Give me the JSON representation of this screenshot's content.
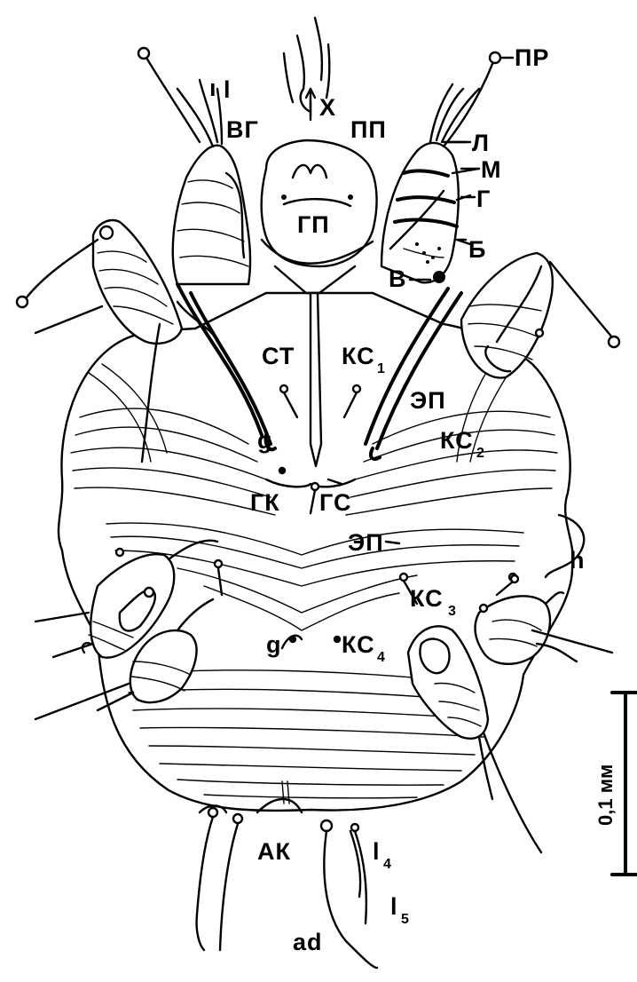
{
  "labels": {
    "x": "Х",
    "pr": "ПР",
    "vg": "ВГ",
    "pp": "ПП",
    "l": "Л",
    "m": "М",
    "g": "Г",
    "gp": "ГП",
    "b": "Б",
    "v": "В",
    "st": "СТ",
    "ks1": "КС",
    "ks1_sub": "1",
    "ep_upper": "ЭП",
    "ks2": "КС",
    "ks2_sub": "2",
    "g_upper": "g",
    "gk": "ГК",
    "gs": "ГС",
    "ep_lower": "ЭП",
    "h": "h",
    "ks3": "КС",
    "ks3_sub": "3",
    "g_lower": "g",
    "ks4": "КС",
    "ks4_sub": "4",
    "ak": "АК",
    "l4": "l",
    "l4_sub": "4",
    "l5": "l",
    "l5_sub": "5",
    "ad": "ad",
    "l1": "l",
    "l1_mark": "ı"
  },
  "scale_bar": {
    "label": "0,1 мм"
  }
}
